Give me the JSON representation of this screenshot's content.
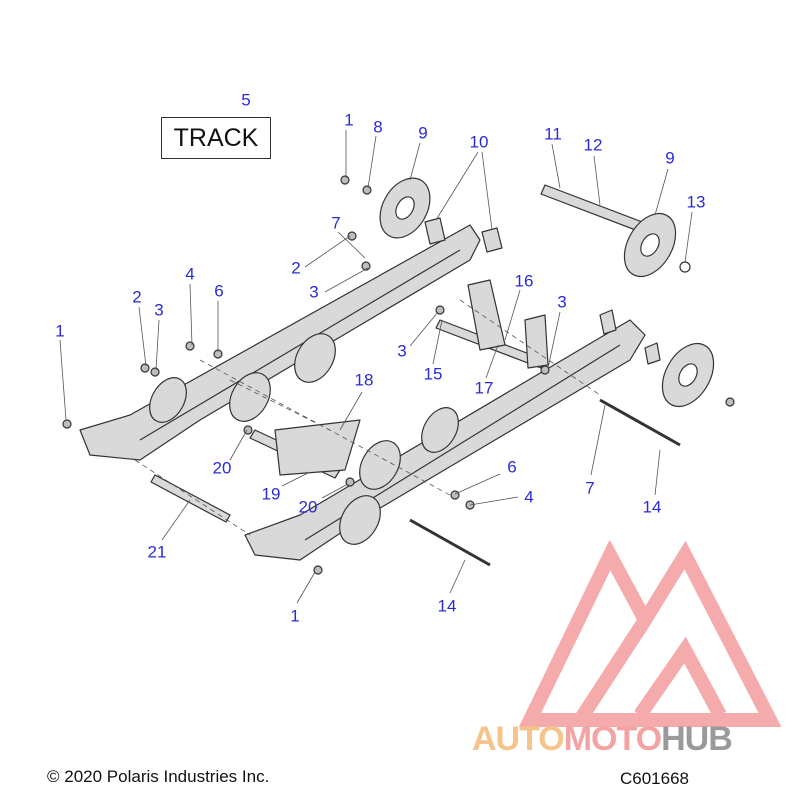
{
  "track_label": "TRACK",
  "callouts": [
    "5",
    "1",
    "8",
    "9",
    "10",
    "11",
    "12",
    "9",
    "13",
    "7",
    "2",
    "3",
    "4",
    "2",
    "3",
    "6",
    "16",
    "3",
    "1",
    "3",
    "15",
    "17",
    "18",
    "20",
    "19",
    "20",
    "6",
    "4",
    "7",
    "14",
    "21",
    "1",
    "14"
  ],
  "copyright": "© 2020 Polaris Industries Inc.",
  "figure_code": "C601668",
  "watermark": {
    "part1": "AUTO",
    "part2": "MOTO",
    "part3": "HUB",
    "color_auto": "#f6c48a",
    "color_moto": "#f4a3a3",
    "color_hub": "#9a9a9a"
  },
  "colors": {
    "callout": "#2b2bd6",
    "line": "#333333",
    "part_fill": "#d9d9d9"
  }
}
